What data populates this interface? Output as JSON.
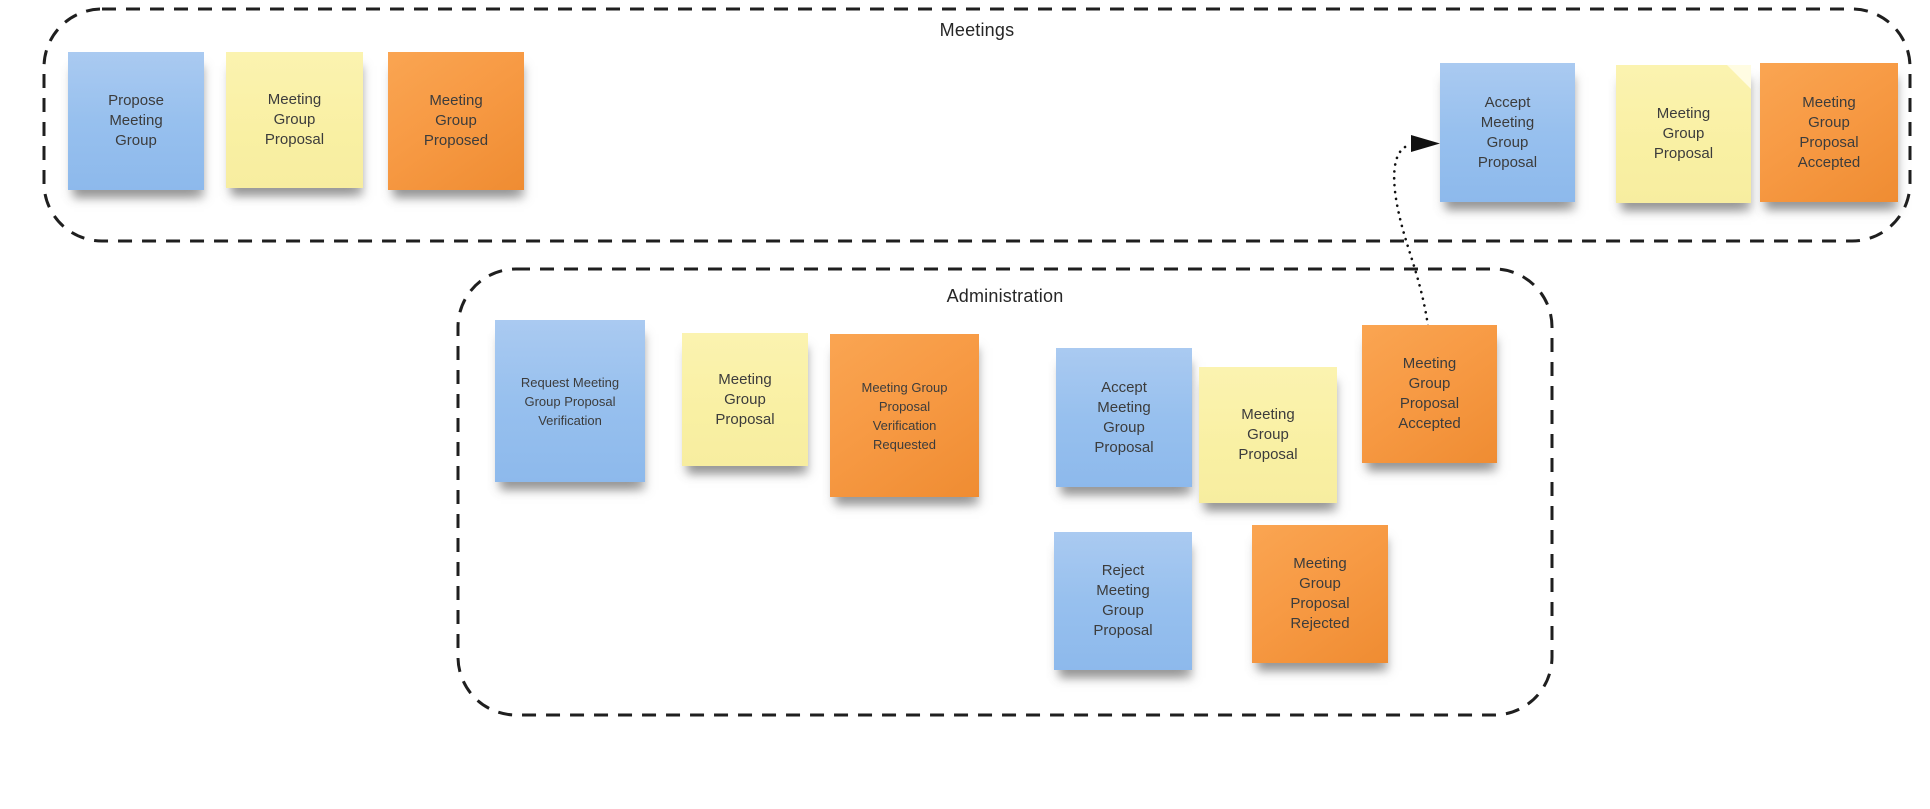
{
  "board": {
    "background_color": "#ffffff",
    "lane_border_color": "#1f1f1f",
    "lane_label_color": "#262626",
    "note_text_color": "#3c3c3c",
    "arrow_color": "#111111"
  },
  "note_colors": {
    "blue_note": "#97c0ee",
    "yellow_note": "#f9f0a3",
    "orange_note": "#f79a44"
  },
  "lanes": [
    {
      "label": "Meetings"
    },
    {
      "label": "Administration"
    }
  ],
  "notes": [
    {
      "lane": "Meetings",
      "color": "blue",
      "text": "Propose\nMeeting\nGroup"
    },
    {
      "lane": "Meetings",
      "color": "yellow",
      "text": "Meeting\nGroup\nProposal"
    },
    {
      "lane": "Meetings",
      "color": "orange",
      "text": "Meeting\nGroup\nProposed"
    },
    {
      "lane": "Meetings",
      "color": "blue",
      "text": "Accept\nMeeting\nGroup\nProposal"
    },
    {
      "lane": "Meetings",
      "color": "yellow",
      "text": "Meeting\nGroup\nProposal"
    },
    {
      "lane": "Meetings",
      "color": "orange",
      "text": "Meeting\nGroup\nProposal\nAccepted"
    },
    {
      "lane": "Administration",
      "color": "blue",
      "text": "Request Meeting\nGroup Proposal\nVerification"
    },
    {
      "lane": "Administration",
      "color": "yellow",
      "text": "Meeting\nGroup\nProposal"
    },
    {
      "lane": "Administration",
      "color": "orange",
      "text": "Meeting Group\nProposal\nVerification\nRequested"
    },
    {
      "lane": "Administration",
      "color": "blue",
      "text": "Accept\nMeeting\nGroup\nProposal"
    },
    {
      "lane": "Administration",
      "color": "yellow",
      "text": "Meeting\nGroup\nProposal"
    },
    {
      "lane": "Administration",
      "color": "orange",
      "text": "Meeting\nGroup\nProposal\nAccepted"
    },
    {
      "lane": "Administration",
      "color": "blue",
      "text": "Reject\nMeeting\nGroup\nProposal"
    },
    {
      "lane": "Administration",
      "color": "orange",
      "text": "Meeting\nGroup\nProposal\nRejected"
    }
  ],
  "connector": {
    "from": "Meeting Group Proposal Accepted (Administration)",
    "to": "Accept Meeting Group Proposal (Meetings)",
    "style": "dotted-arrow"
  }
}
